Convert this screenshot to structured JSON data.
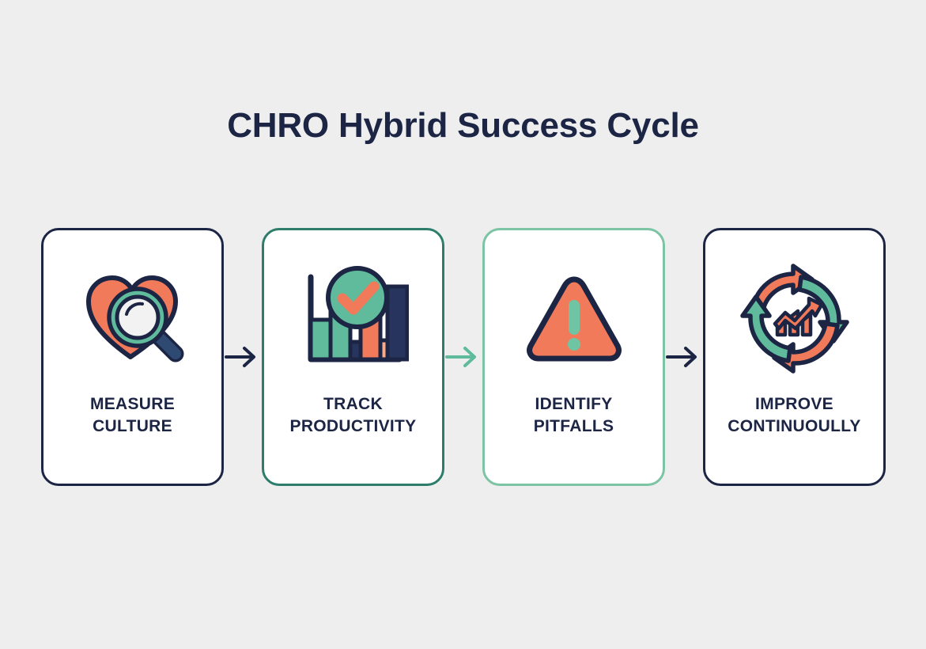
{
  "page": {
    "title": "CHRO Hybrid Success Cycle",
    "background_color": "#eeeeef"
  },
  "theme": {
    "navy": "#1c2544",
    "coral": "#f07a5a",
    "coral_light": "#f9ac8c",
    "teal": "#5fbb9b",
    "teal_dark": "#2e7d6b",
    "mint": "#7cc4a4",
    "card_background": "#ffffff"
  },
  "steps": [
    {
      "index": 1,
      "label_line1": "MEASURE",
      "label_line2": "CULTURE",
      "icon": "heart-magnifier-icon",
      "border_color": "#1c2544",
      "accent": "navy"
    },
    {
      "index": 2,
      "label_line1": "TRACK",
      "label_line2": "PRODUCTIVITY",
      "icon": "bar-chart-check-icon",
      "border_color": "#2e7d6b",
      "accent": "teal"
    },
    {
      "index": 3,
      "label_line1": "IDENTIFY",
      "label_line2": "PITFALLS",
      "icon": "warning-triangle-icon",
      "border_color": "#7cc4a4",
      "accent": "mint"
    },
    {
      "index": 4,
      "label_line1": "IMPROVE",
      "label_line2": "CONTINUOULLY",
      "icon": "continuous-improvement-cycle-icon",
      "border_color": "#1c2544",
      "accent": "navy"
    }
  ],
  "connectors": [
    {
      "index": 1,
      "icon": "arrow-right-icon",
      "color": "#1c2544"
    },
    {
      "index": 2,
      "icon": "arrow-right-icon",
      "color": "#5fbb9b"
    },
    {
      "index": 3,
      "icon": "arrow-right-icon",
      "color": "#1c2544"
    }
  ]
}
